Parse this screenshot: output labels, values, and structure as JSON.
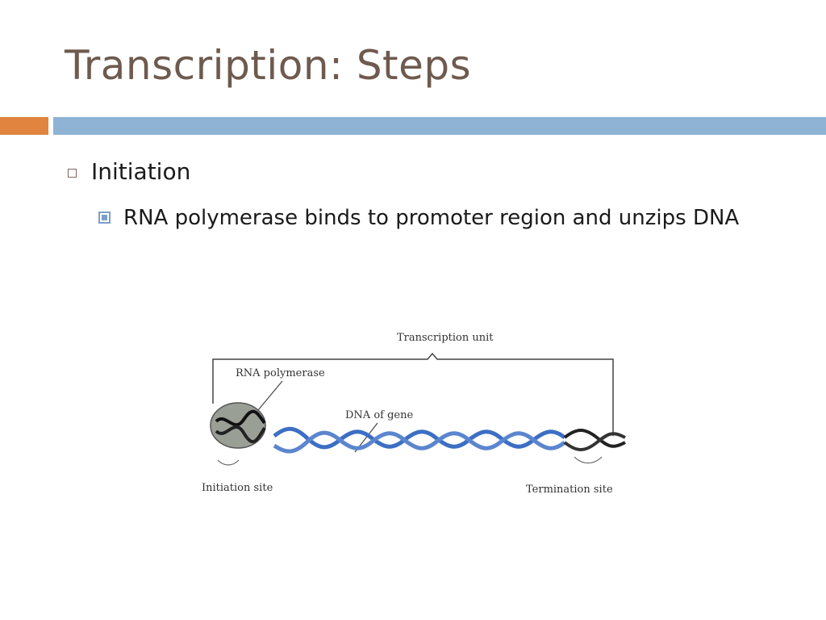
{
  "slide": {
    "title": "Transcription: Steps",
    "accent_orange": "#e0843f",
    "accent_blue": "#8fb3d4"
  },
  "bullets": [
    {
      "text": "Initiation",
      "subitems": [
        "RNA polymerase binds to promoter region and unzips DNA"
      ]
    }
  ],
  "figure": {
    "labels": {
      "transcription_unit": "Transcription unit",
      "rna_polymerase": "RNA polymerase",
      "dna_of_gene": "DNA of gene",
      "initiation_site": "Initiation site",
      "termination_site": "Termination site"
    }
  }
}
